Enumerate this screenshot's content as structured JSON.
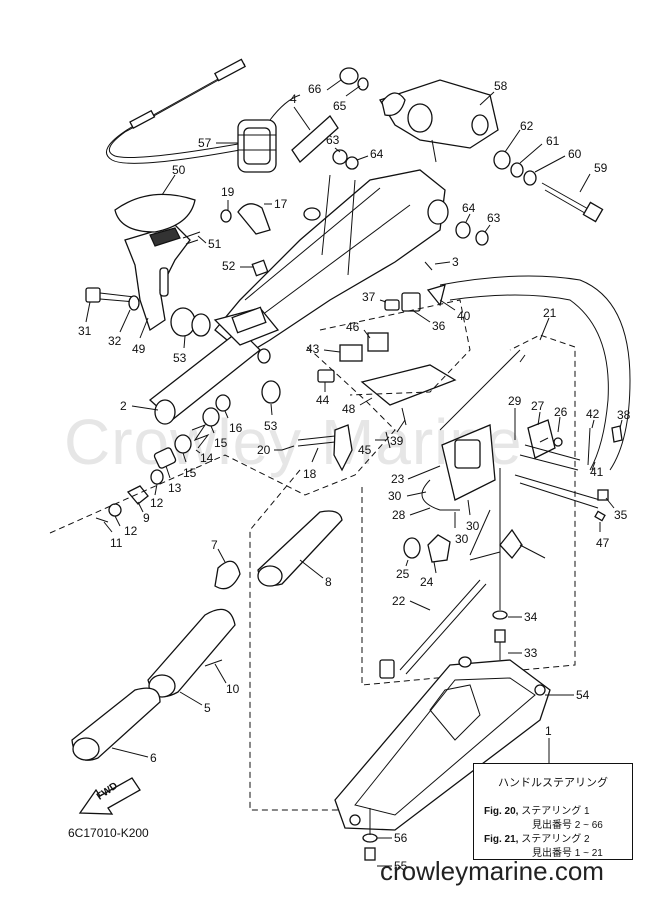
{
  "diagram_code": "6C17010-K200",
  "watermark": "Crowley Marine",
  "site": "crowleymarine.com",
  "fwd_label": "FWD",
  "legend": {
    "title": "ハンドルステアリング",
    "fig20_bold": "Fig. 20,",
    "fig20_text": " ステアリング 1",
    "fig20_range": "見出番号 2 ~ 66",
    "fig21_bold": "Fig. 21,",
    "fig21_text": " ステアリング 2",
    "fig21_range": "見出番号 1 ~ 21"
  },
  "callouts": [
    {
      "id": "c1",
      "label": "1"
    },
    {
      "id": "c2",
      "label": "2"
    },
    {
      "id": "c3",
      "label": "3"
    },
    {
      "id": "c4",
      "label": "4"
    },
    {
      "id": "c5",
      "label": "5"
    },
    {
      "id": "c6",
      "label": "6"
    },
    {
      "id": "c7",
      "label": "7"
    },
    {
      "id": "c8",
      "label": "8"
    },
    {
      "id": "c9",
      "label": "9"
    },
    {
      "id": "c10",
      "label": "10"
    },
    {
      "id": "c11",
      "label": "11"
    },
    {
      "id": "c12a",
      "label": "12"
    },
    {
      "id": "c12b",
      "label": "12"
    },
    {
      "id": "c13",
      "label": "13"
    },
    {
      "id": "c14",
      "label": "14"
    },
    {
      "id": "c15a",
      "label": "15"
    },
    {
      "id": "c15b",
      "label": "15"
    },
    {
      "id": "c16",
      "label": "16"
    },
    {
      "id": "c17",
      "label": "17"
    },
    {
      "id": "c18",
      "label": "18"
    },
    {
      "id": "c19",
      "label": "19"
    },
    {
      "id": "c20",
      "label": "20"
    },
    {
      "id": "c21",
      "label": "21"
    },
    {
      "id": "c22",
      "label": "22"
    },
    {
      "id": "c23",
      "label": "23"
    },
    {
      "id": "c24",
      "label": "24"
    },
    {
      "id": "c25",
      "label": "25"
    },
    {
      "id": "c26",
      "label": "26"
    },
    {
      "id": "c27",
      "label": "27"
    },
    {
      "id": "c28",
      "label": "28"
    },
    {
      "id": "c29",
      "label": "29"
    },
    {
      "id": "c30a",
      "label": "30"
    },
    {
      "id": "c30b",
      "label": "30"
    },
    {
      "id": "c30c",
      "label": "30"
    },
    {
      "id": "c31",
      "label": "31"
    },
    {
      "id": "c32",
      "label": "32"
    },
    {
      "id": "c33",
      "label": "33"
    },
    {
      "id": "c34",
      "label": "34"
    },
    {
      "id": "c35",
      "label": "35"
    },
    {
      "id": "c36",
      "label": "36"
    },
    {
      "id": "c37",
      "label": "37"
    },
    {
      "id": "c38",
      "label": "38"
    },
    {
      "id": "c39",
      "label": "39"
    },
    {
      "id": "c40",
      "label": "40"
    },
    {
      "id": "c41",
      "label": "41"
    },
    {
      "id": "c42",
      "label": "42"
    },
    {
      "id": "c43",
      "label": "43"
    },
    {
      "id": "c44",
      "label": "44"
    },
    {
      "id": "c45",
      "label": "45"
    },
    {
      "id": "c46",
      "label": "46"
    },
    {
      "id": "c47",
      "label": "47"
    },
    {
      "id": "c48",
      "label": "48"
    },
    {
      "id": "c49",
      "label": "49"
    },
    {
      "id": "c50",
      "label": "50"
    },
    {
      "id": "c51",
      "label": "51"
    },
    {
      "id": "c52",
      "label": "52"
    },
    {
      "id": "c53a",
      "label": "53"
    },
    {
      "id": "c53b",
      "label": "53"
    },
    {
      "id": "c54",
      "label": "54"
    },
    {
      "id": "c55",
      "label": "55"
    },
    {
      "id": "c56",
      "label": "56"
    },
    {
      "id": "c57",
      "label": "57"
    },
    {
      "id": "c58",
      "label": "58"
    },
    {
      "id": "c59",
      "label": "59"
    },
    {
      "id": "c60",
      "label": "60"
    },
    {
      "id": "c61",
      "label": "61"
    },
    {
      "id": "c62",
      "label": "62"
    },
    {
      "id": "c63a",
      "label": "63"
    },
    {
      "id": "c63b",
      "label": "63"
    },
    {
      "id": "c64a",
      "label": "64"
    },
    {
      "id": "c64b",
      "label": "64"
    },
    {
      "id": "c65",
      "label": "65"
    },
    {
      "id": "c66",
      "label": "66"
    }
  ]
}
